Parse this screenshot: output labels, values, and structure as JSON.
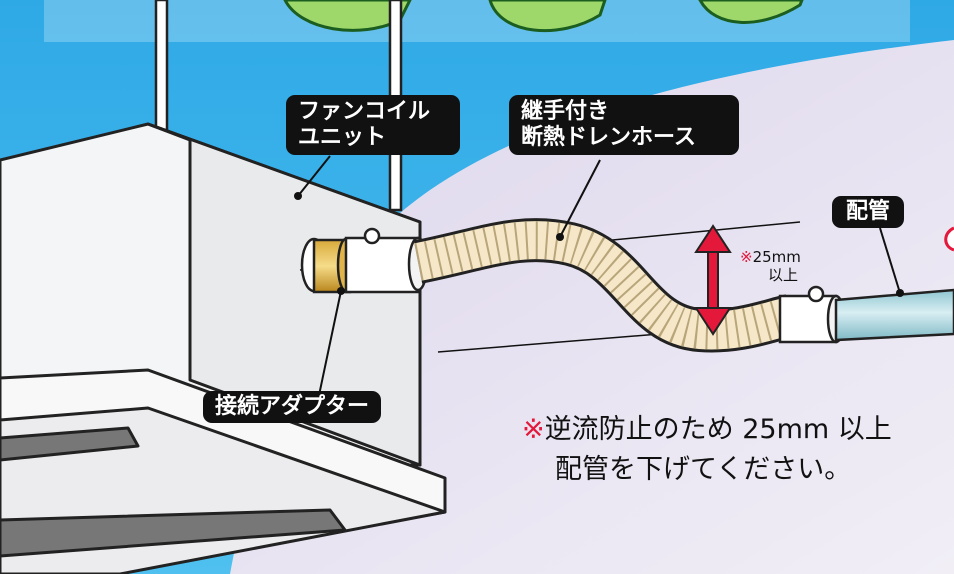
{
  "labels": {
    "fancoil_line1": "ファンコイル",
    "fancoil_line2": "ユニット",
    "hose_line1": "継手付き",
    "hose_line2": "断熱ドレンホース",
    "pipe": "配管",
    "adapter": "接続アダプター"
  },
  "dimension": {
    "mark": "※",
    "value": "25mm",
    "qualifier": "以上"
  },
  "caution": {
    "mark": "※",
    "line1": "逆流防止のため 25mm 以上",
    "line2": "配管を下げてください。"
  },
  "colors": {
    "sky": "#3fb6ea",
    "background": "#e9e5f2",
    "arrow": "#e3183a",
    "label_bg": "#111111",
    "hose": "#f5e7c8",
    "pipe": "#a9d3dc"
  }
}
